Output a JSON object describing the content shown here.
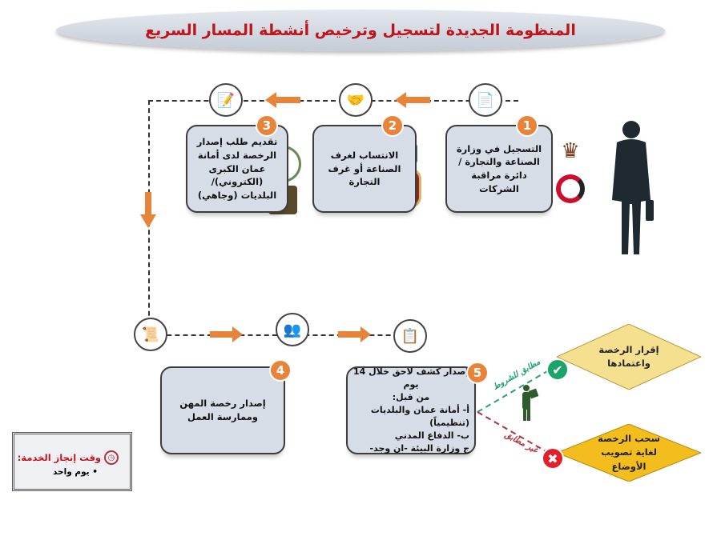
{
  "title": "المنظومة الجديدة لتسجيل وترخيص أنشطة المسار السريع",
  "steps": [
    {
      "number": "1",
      "text": "التسجيل في وزارة الصناعة والتجارة / دائرة مراقبة الشركات"
    },
    {
      "number": "2",
      "text": "الانتساب لغرف الصناعة أو غرف التجارة"
    },
    {
      "number": "3",
      "text": "تقديم طلب إصدار الرخصة لدى أمانة عمان الكبرى (الكتروني)/ البلديات (وجاهي)"
    },
    {
      "number": "4",
      "text": "إصدار رخصة المهن وممارسة العمل"
    },
    {
      "number": "5",
      "lines": [
        "إصدار كشف لاحق خلال 14 يوم",
        "من قبل:",
        "أ- أمانة عمان والبلديات (تنظيمياً)",
        "ب- الدفاع المدني",
        "ج وزارة البيئة -ان وجد-"
      ]
    }
  ],
  "outcomes": {
    "match_label": "مطابق للشروط",
    "nomatch_label": "غير مطابق",
    "approve": "إقرار الرخصة واعتمادها",
    "withdraw": "سحب الرخصة لغاية تصويب الأوضاع"
  },
  "service_time": {
    "label": "وقت إنجاز الخدمة:",
    "value": "يوم واحد"
  },
  "colors": {
    "title": "#c0141c",
    "badge": "#e8833a",
    "box": "#d7dde6",
    "approve": "#f5e08f",
    "withdraw": "#f2bd1d",
    "match": "#1aa468",
    "nomatch": "#b0323a"
  }
}
